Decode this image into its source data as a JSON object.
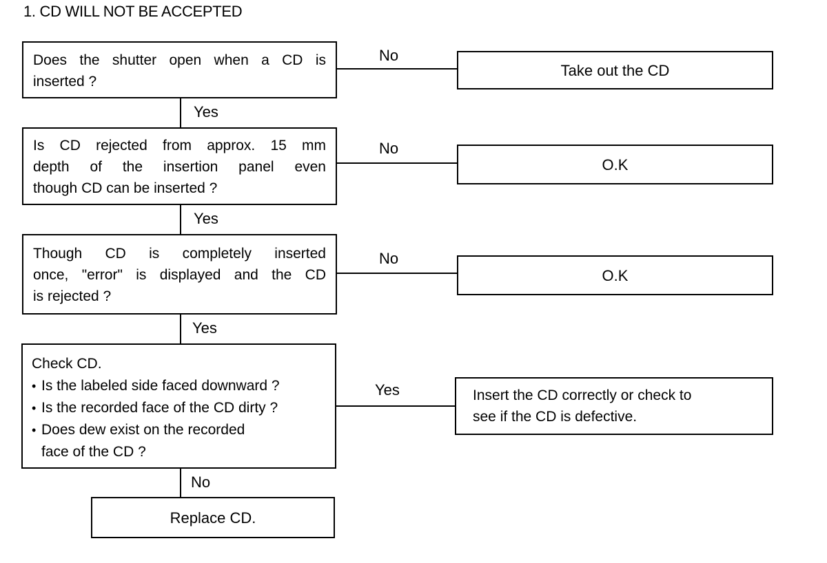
{
  "title": "1. CD WILL NOT BE ACCEPTED",
  "steps": [
    {
      "lines": [
        "Does the shutter open when a CD is",
        "inserted ?"
      ],
      "no_label": "No",
      "no_result": "Take out the CD",
      "yes_label": "Yes"
    },
    {
      "lines": [
        "Is CD rejected from approx. 15 mm",
        "depth of the insertion panel even",
        "though CD can be inserted ?"
      ],
      "no_label": "No",
      "no_result": "O.K",
      "yes_label": "Yes"
    },
    {
      "lines": [
        "Though CD is completely inserted",
        "once, \"error\" is displayed and the CD",
        "is rejected ?"
      ],
      "no_label": "No",
      "no_result": "O.K",
      "yes_label": "Yes"
    },
    {
      "heading": "Check CD.",
      "bullets": [
        "Is the labeled side faced downward ?",
        "Is the recorded face of the CD dirty ?",
        "Does dew exist on the recorded"
      ],
      "continuation": "face of  the CD ?",
      "yes_label": "Yes",
      "yes_result": [
        "Insert the CD correctly or check to",
        "see if the CD is defective."
      ],
      "no_label": "No",
      "no_result": "Replace CD."
    }
  ]
}
